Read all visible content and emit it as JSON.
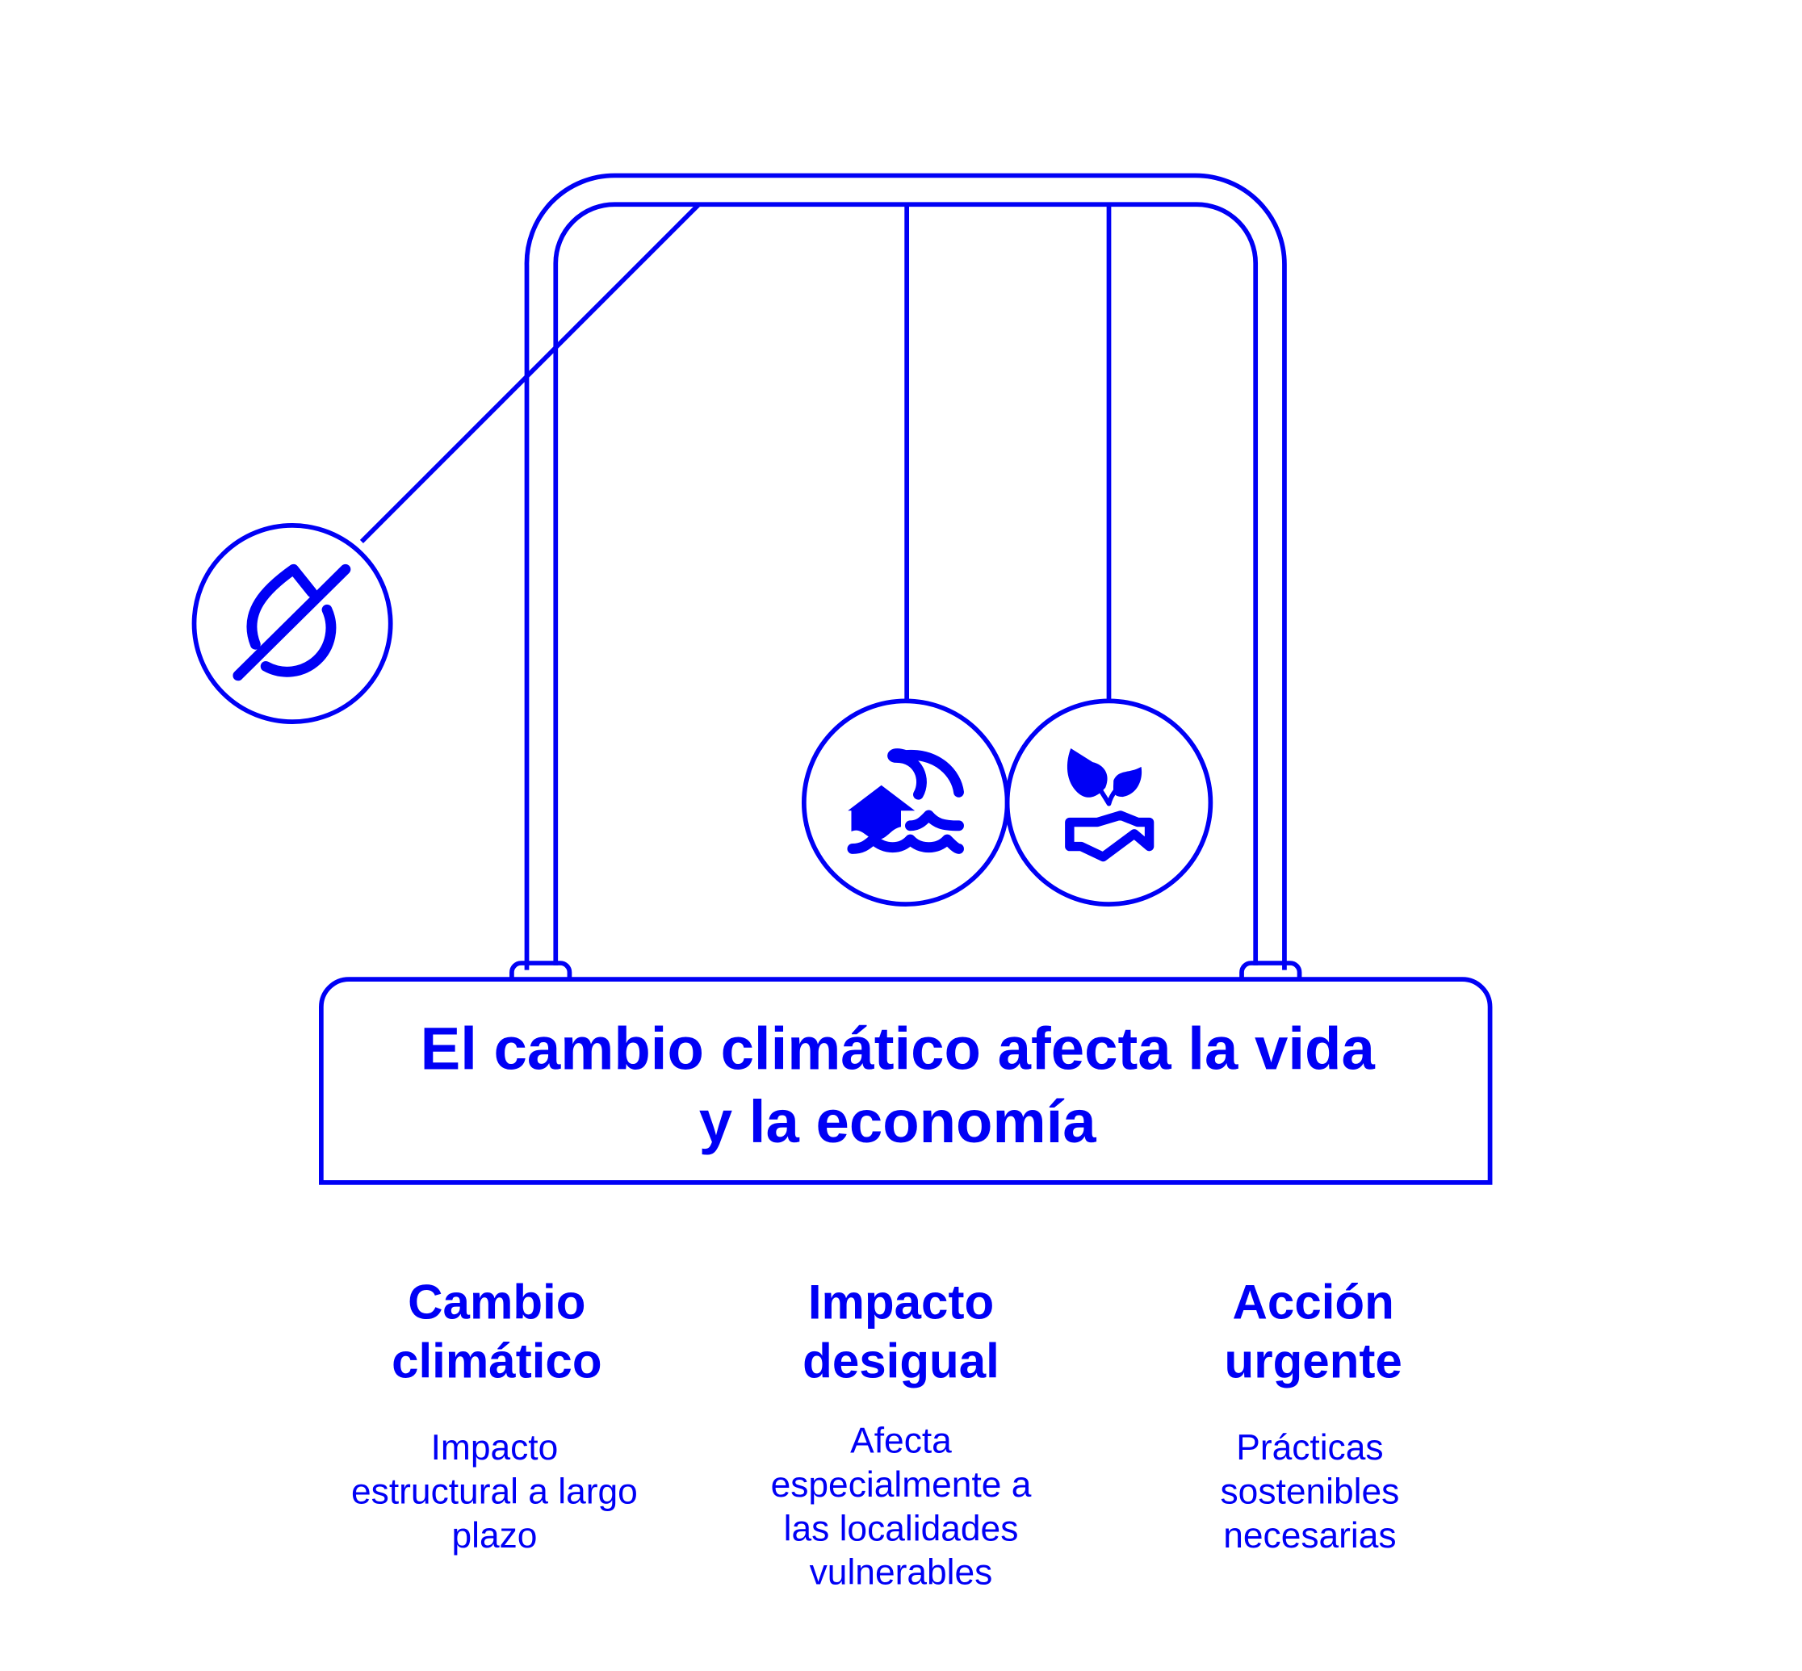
{
  "colors": {
    "accent": "#0000f5",
    "background": "#ffffff"
  },
  "title": {
    "line1": "El cambio climático afecta la vida",
    "line2": "y la economía"
  },
  "balls": [
    {
      "icon": "no-water-drop-icon"
    },
    {
      "icon": "flooded-house-icon"
    },
    {
      "icon": "plant-handshake-icon"
    }
  ],
  "columns": [
    {
      "heading": [
        "Cambio",
        "climático"
      ],
      "desc": [
        "Impacto",
        "estructural a largo",
        "plazo"
      ]
    },
    {
      "heading": [
        "Impacto",
        "desigual"
      ],
      "desc": [
        "Afecta",
        "especialmente a",
        "las localidades",
        "vulnerables"
      ]
    },
    {
      "heading": [
        "Acción",
        "urgente"
      ],
      "desc": [
        "Prácticas",
        "sostenibles",
        "necesarias"
      ]
    }
  ]
}
